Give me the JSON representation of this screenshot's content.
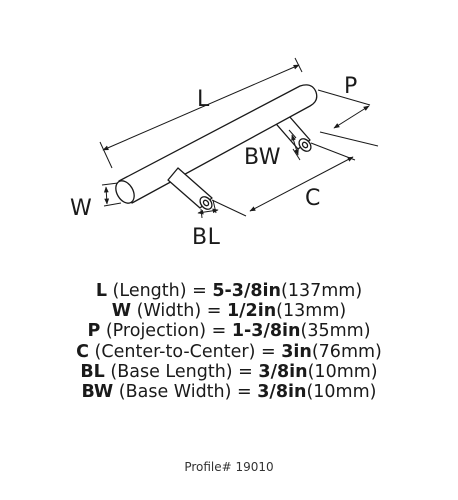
{
  "labels": {
    "L": "L",
    "P": "P",
    "BW": "BW",
    "W": "W",
    "C": "C",
    "BL": "BL"
  },
  "specs": [
    {
      "abbr": "L",
      "name": "(Length) = ",
      "imperial": "5-3/8in",
      "metric": "(137mm)"
    },
    {
      "abbr": "W",
      "name": "(Width) = ",
      "imperial": "1/2in",
      "metric": "(13mm)"
    },
    {
      "abbr": "P",
      "name": "(Projection) = ",
      "imperial": "1-3/8in",
      "metric": "(35mm)"
    },
    {
      "abbr": "C",
      "name": "(Center-to-Center) = ",
      "imperial": "3in",
      "metric": "(76mm)"
    },
    {
      "abbr": "BL",
      "name": "(Base Length) = ",
      "imperial": "3/8in",
      "metric": "(10mm)"
    },
    {
      "abbr": "BW",
      "name": "(Base Width) = ",
      "imperial": "3/8in",
      "metric": "(10mm)"
    }
  ],
  "profile": "Profile# 19010"
}
